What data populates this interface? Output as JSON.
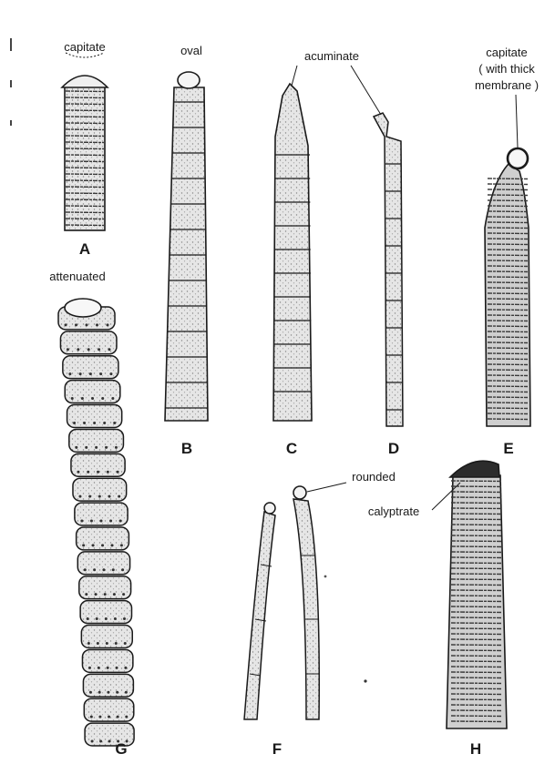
{
  "figure": {
    "labels": {
      "capitate": "capitate",
      "oval": "oval",
      "acuminate": "acuminate",
      "capitate_thick_1": "capitate",
      "capitate_thick_2": "( with thick",
      "capitate_thick_3": "membrane )",
      "attenuated": "attenuated",
      "rounded": "rounded",
      "calyptrate": "calyptrate"
    },
    "letters": {
      "A": "A",
      "B": "B",
      "C": "C",
      "D": "D",
      "E": "E",
      "F": "F",
      "G": "G",
      "H": "H"
    },
    "colors": {
      "ink": "#1a1a1a",
      "fill": "#e4e4e4",
      "band": "#3a3a3a",
      "background": "#ffffff"
    }
  }
}
